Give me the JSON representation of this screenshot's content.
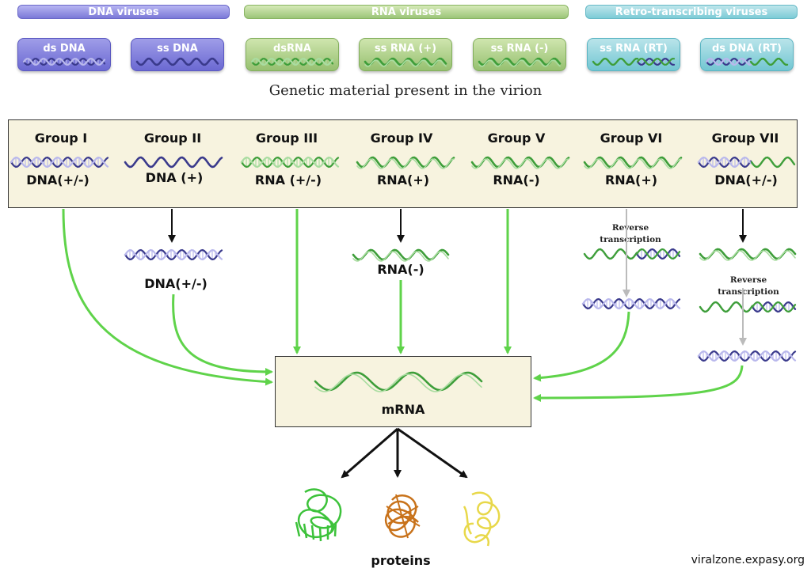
{
  "headers": {
    "dna": "DNA viruses",
    "rna": "RNA viruses",
    "rt": "Retro-transcribing viruses"
  },
  "genome_types": [
    {
      "label": "ds DNA",
      "family": "dna",
      "helix": "ds-dna"
    },
    {
      "label": "ss DNA",
      "family": "dna",
      "helix": "ss-dna"
    },
    {
      "label": "dsRNA",
      "family": "rna",
      "helix": "ds-rna"
    },
    {
      "label": "ss RNA (+)",
      "family": "rna",
      "helix": "ss-rna"
    },
    {
      "label": "ss RNA (-)",
      "family": "rna",
      "helix": "ss-rna"
    },
    {
      "label": "ss RNA (RT)",
      "family": "rt",
      "helix": "rna-dna-hybrid"
    },
    {
      "label": "ds DNA (RT)",
      "family": "rt",
      "helix": "dna-rna-hybrid"
    }
  ],
  "subtitle": "Genetic material present in the virion",
  "groups": [
    {
      "name": "Group I",
      "genome": "DNA(+/-)",
      "helix": "ds-dna"
    },
    {
      "name": "Group II",
      "genome": "DNA (+)",
      "helix": "ss-dna"
    },
    {
      "name": "Group III",
      "genome": "RNA (+/-)",
      "helix": "ds-rna"
    },
    {
      "name": "Group IV",
      "genome": "RNA(+)",
      "helix": "ss-rna"
    },
    {
      "name": "Group V",
      "genome": "RNA(-)",
      "helix": "ss-rna"
    },
    {
      "name": "Group VI",
      "genome": "RNA(+)",
      "helix": "ss-rna"
    },
    {
      "name": "Group VII",
      "genome": "DNA(+/-)",
      "helix": "dna-rna-hybrid"
    }
  ],
  "intermediates": {
    "group2": "DNA(+/-)",
    "group4": "RNA(-)",
    "reverse_transcription": "Reverse transcription"
  },
  "center": {
    "label": "mRNA"
  },
  "output": {
    "label": "proteins"
  },
  "credit": "viralzone.expasy.org",
  "colors": {
    "dna": "#3a3a8c",
    "dna_light": "#b9b8ec",
    "rna": "#3e9e3a",
    "rna_light": "#a9dca0",
    "arrow_green": "#5fd34a",
    "arrow_black": "#111111",
    "arrow_gray": "#bbbbbb",
    "protein_green": "#3cc23a",
    "protein_orange": "#c8721a",
    "protein_yellow": "#e8d84a"
  }
}
